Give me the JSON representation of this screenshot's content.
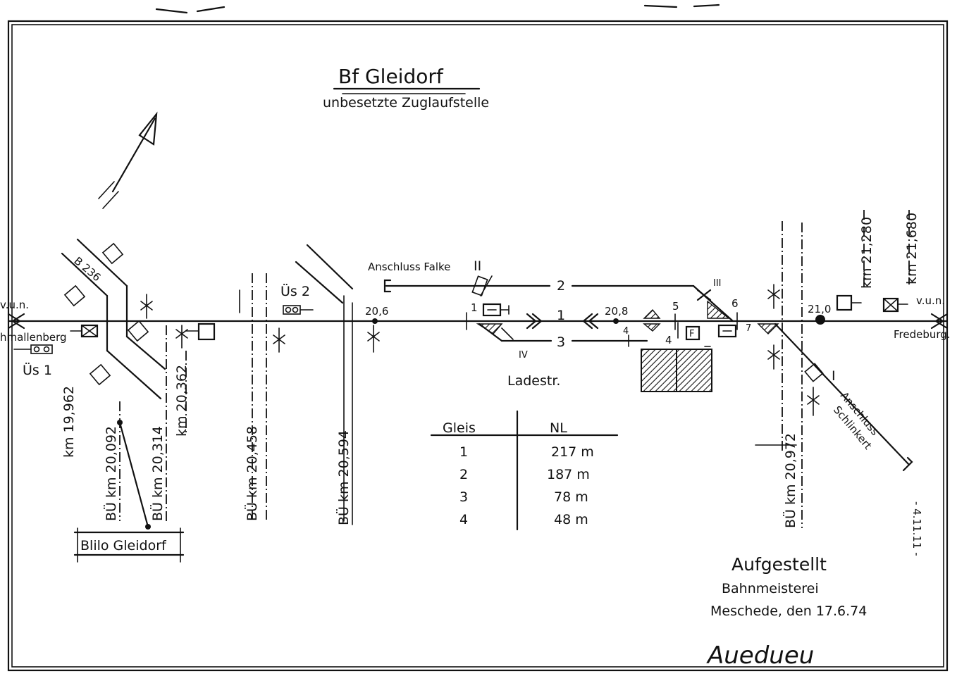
{
  "title": {
    "main": "Bf  Gleidorf",
    "sub": "unbesetzte Zuglaufstelle"
  },
  "ends": {
    "left_vun": "v.u.n.",
    "left_station": "hmallenberg",
    "right_vun": "v.u.n.",
    "right_station": "Fredeburg."
  },
  "signals": {
    "us1": "Üs 1",
    "us2": "Üs 2",
    "road": "B 236"
  },
  "sidings": {
    "falke": "Anschluss Falke",
    "falke_num": "II",
    "schlinkert_a": "Anschluss",
    "schlinkert_b": "Schlinkert",
    "schlinkert_num": "I",
    "ladestr": "Ladestr.",
    "switch_iii": "III",
    "switch_iv": "IV",
    "f_box": "F"
  },
  "track_numbers": {
    "t1": "1",
    "t2": "2",
    "t3": "3",
    "t4a": "4",
    "t4b": "4",
    "t5": "5",
    "t6": "6",
    "t7": "7"
  },
  "km_marks": {
    "p206": "20,6",
    "p208": "20,8",
    "p210": "21,0"
  },
  "kilometers": {
    "k19962": "km 19,962",
    "bu20092": "BÜ km 20,092",
    "bu20314": "BÜ km 20,314",
    "k20362": "km 20,362",
    "bu20458": "BÜ km 20,458",
    "bu20594": "BÜ km 20,594",
    "bu20972": "BÜ km 20,972",
    "k21280": "km 21,280",
    "k21680": "km 21,680"
  },
  "blilo": "Blilo Gleidorf",
  "table": {
    "headers": [
      "Gleis",
      "NL"
    ],
    "rows": [
      [
        "1",
        "217 m"
      ],
      [
        "2",
        "187 m"
      ],
      [
        "3",
        "78 m"
      ],
      [
        "4",
        "48 m"
      ]
    ]
  },
  "signature": {
    "line1": "Aufgestellt",
    "line2": "Bahnmeisterei",
    "line3": "Meschede, den 17.6.74",
    "sign": "Auedueu"
  },
  "margin_note": "- 4.11.11 -"
}
